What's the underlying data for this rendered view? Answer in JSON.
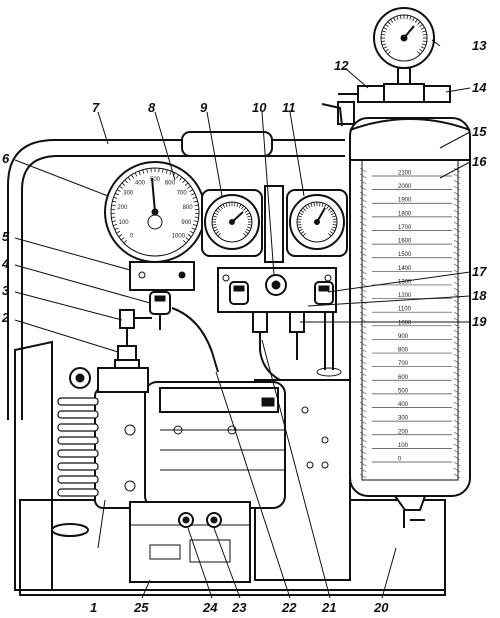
{
  "callouts": [
    "1",
    "2",
    "3",
    "4",
    "5",
    "6",
    "7",
    "8",
    "9",
    "10",
    "11",
    "12",
    "13",
    "14",
    "15",
    "16",
    "17",
    "18",
    "19",
    "20",
    "21",
    "22",
    "23",
    "24",
    "25"
  ],
  "gauge_large": {
    "ticks": [
      "0",
      "100",
      "200",
      "300",
      "400",
      "500",
      "600",
      "700",
      "800",
      "900",
      "1000"
    ]
  },
  "cylinder_scale": [
    "2100",
    "2000",
    "1900",
    "1800",
    "1700",
    "1600",
    "1500",
    "1400",
    "1300",
    "1200",
    "1100",
    "1000",
    "900",
    "800",
    "700",
    "600",
    "500",
    "400",
    "300",
    "200",
    "100",
    "0"
  ]
}
